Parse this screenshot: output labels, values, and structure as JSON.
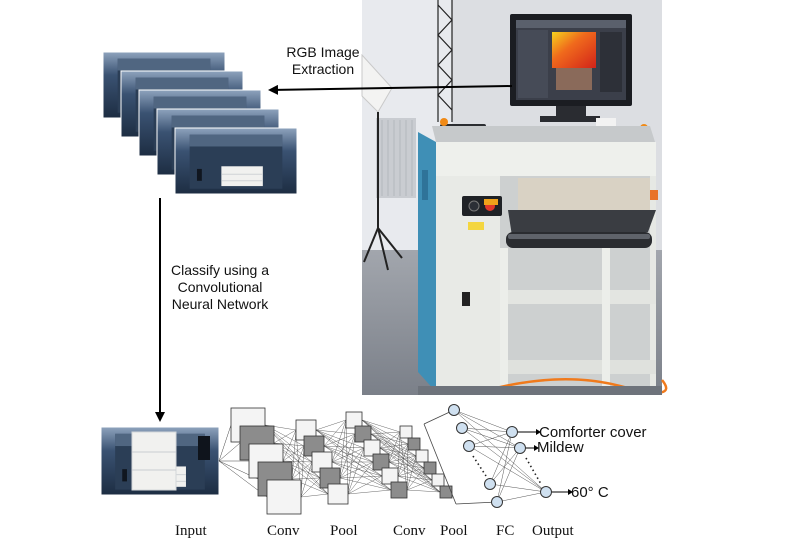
{
  "annotations": {
    "extraction": [
      "RGB Image",
      "Extraction"
    ],
    "classify": [
      "Classify using a",
      "Convolutional",
      "Neural Network"
    ]
  },
  "network": {
    "stages": [
      "Input",
      "Conv",
      "Pool",
      "Conv",
      "Pool",
      "FC",
      "Output"
    ],
    "outputs": [
      "Comforter cover",
      "Mildew",
      "60° C"
    ]
  },
  "photo": {
    "description_icons": [
      "monitor-icon",
      "heatmap-display",
      "laundry-scanner-machine",
      "tripod-lamp",
      "conveyor-belt",
      "control-buttons"
    ]
  },
  "colors": {
    "machine_body": "#e6e8e4",
    "machine_side": "#3f8fb6",
    "floor": "#8a8f98",
    "wall": "#d8dade",
    "tray_dark": "#2b3e56",
    "tray_light": "#6f87a5",
    "cloth": "#f1f1ef",
    "fm_light": "#f4f4f4",
    "fm_dark": "#8c8c8c",
    "neuron_fill": "#cfe0f0"
  }
}
